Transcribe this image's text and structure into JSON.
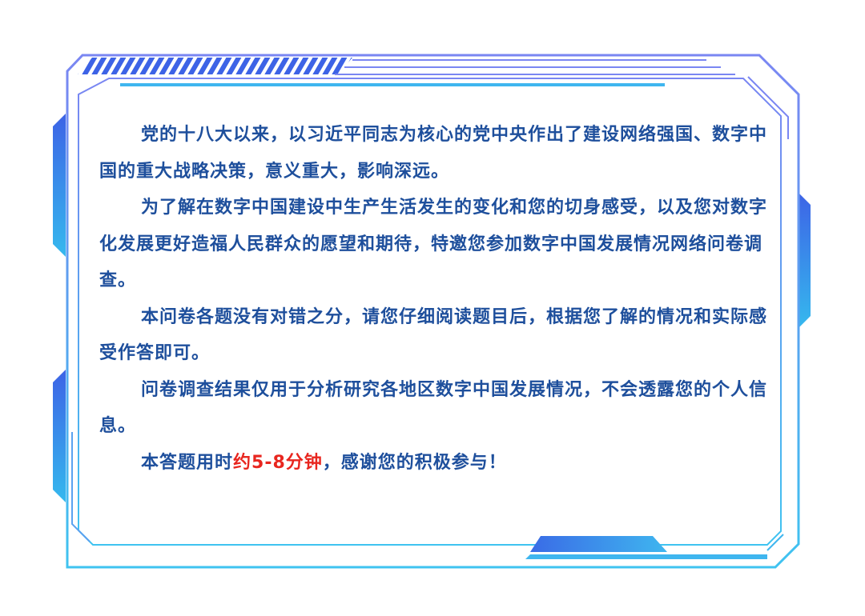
{
  "notice": {
    "paragraphs": [
      "党的十八大以来，以习近平同志为核心的党中央作出了建设网络强国、数字中国的重大战略决策，意义重大，影响深远。",
      "为了解在数字中国建设中生产生活发生的变化和您的切身感受，以及您对数字化发展更好造福人民群众的愿望和期待，特邀您参加数字中国发展情况网络问卷调查。",
      "本问卷各题没有对错之分，请您仔细阅读题目后，根据您了解的情况和实际感受作答即可。",
      "问卷调查结果仅用于分析研究各地区数字中国发展情况，不会透露您的个人信息。"
    ],
    "final_before": "本答题用时",
    "final_highlight": "约5-8分钟",
    "final_after": "，感谢您的积极参与！"
  },
  "colors": {
    "text": "#1e4f9c",
    "highlight": "#e8261f",
    "frame_blue": "#3d6be8",
    "frame_cyan": "#3fb8ef"
  }
}
